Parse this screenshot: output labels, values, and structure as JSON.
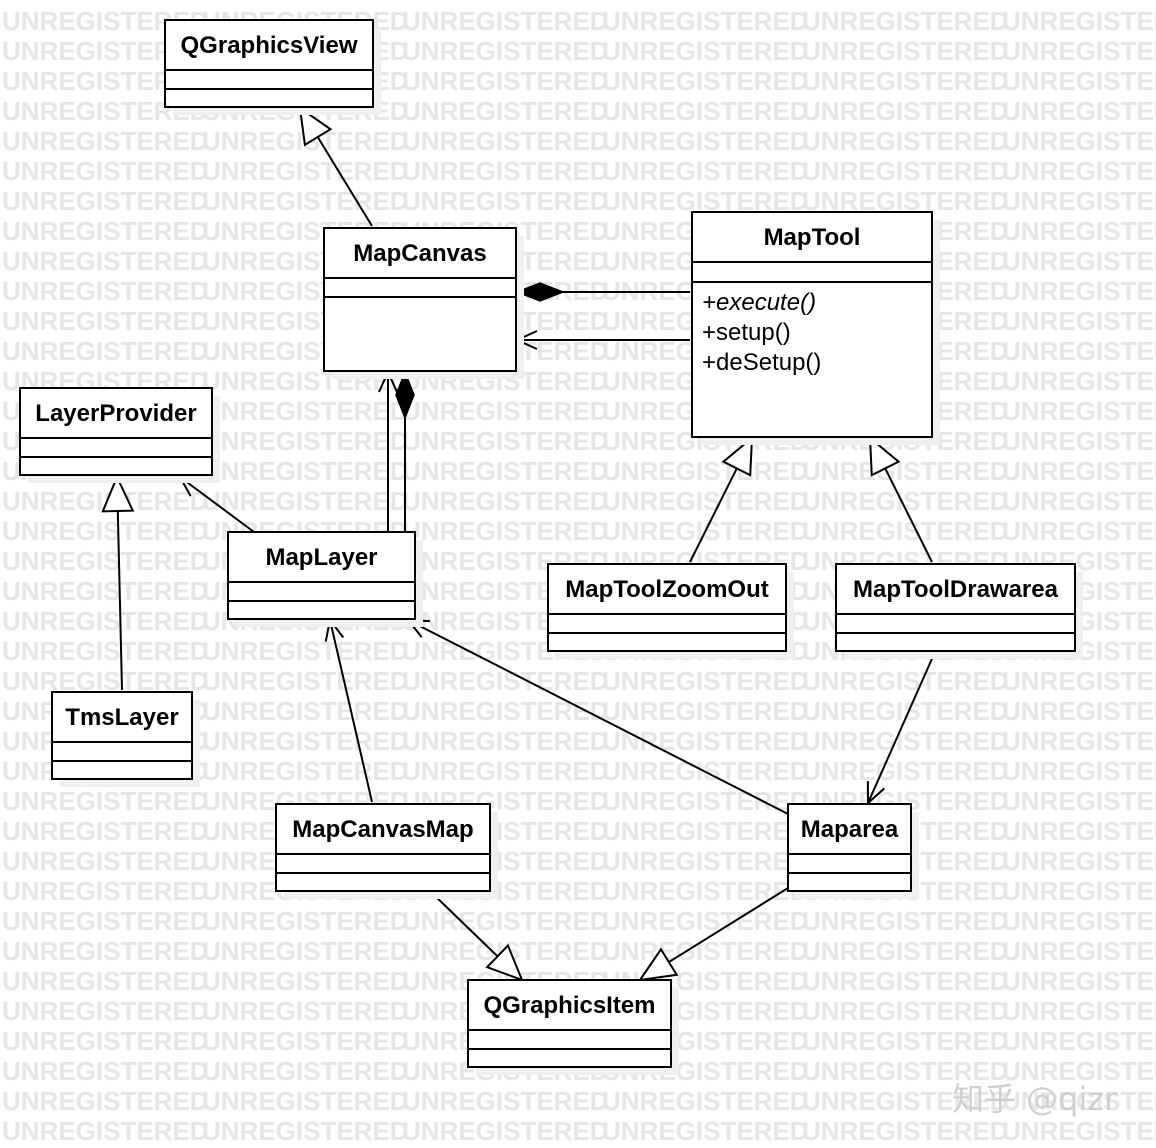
{
  "watermark": {
    "text": "UNREGISTERED"
  },
  "site_watermark": {
    "text": "知乎 @qizr"
  },
  "classes": [
    {
      "id": "QGraphicsView",
      "name": "QGraphicsView",
      "members": []
    },
    {
      "id": "MapCanvas",
      "name": "MapCanvas",
      "members": []
    },
    {
      "id": "MapTool",
      "name": "MapTool",
      "members": [
        {
          "text": "+execute()",
          "abstract": true
        },
        {
          "text": "+setup()",
          "abstract": false
        },
        {
          "text": "+deSetup()",
          "abstract": false
        }
      ]
    },
    {
      "id": "LayerProvider",
      "name": "LayerProvider",
      "members": []
    },
    {
      "id": "MapLayer",
      "name": "MapLayer",
      "members": []
    },
    {
      "id": "MapToolZoomOut",
      "name": "MapToolZoomOut",
      "members": []
    },
    {
      "id": "MapToolDrawarea",
      "name": "MapToolDrawarea",
      "members": []
    },
    {
      "id": "TmsLayer",
      "name": "TmsLayer",
      "members": []
    },
    {
      "id": "MapCanvasMap",
      "name": "MapCanvasMap",
      "members": []
    },
    {
      "id": "Maparea",
      "name": "Maparea",
      "members": []
    },
    {
      "id": "QGraphicsItem",
      "name": "QGraphicsItem",
      "members": []
    }
  ],
  "relations": [
    {
      "id": "mapcanvas-extends-qgraphicsview",
      "type": "generalization",
      "from": "MapCanvas",
      "to": "QGraphicsView"
    },
    {
      "id": "maptool-composed-in-mapcanvas",
      "type": "composition",
      "from": "MapTool",
      "to": "MapCanvas"
    },
    {
      "id": "maptool-uses-mapcanvas",
      "type": "association",
      "from": "MapTool",
      "to": "MapCanvas"
    },
    {
      "id": "maplayer-composed-in-mapcanvas",
      "type": "composition",
      "from": "MapLayer",
      "to": "MapCanvas"
    },
    {
      "id": "maplayer-uses-mapcanvas",
      "type": "association",
      "from": "MapLayer",
      "to": "MapCanvas"
    },
    {
      "id": "maplayer-uses-layerprovider",
      "type": "association",
      "from": "MapLayer",
      "to": "LayerProvider"
    },
    {
      "id": "tmslayer-extends-layerprovider",
      "type": "generalization",
      "from": "TmsLayer",
      "to": "LayerProvider"
    },
    {
      "id": "zoomout-extends-maptool",
      "type": "generalization",
      "from": "MapToolZoomOut",
      "to": "MapTool"
    },
    {
      "id": "drawarea-extends-maptool",
      "type": "generalization",
      "from": "MapToolDrawarea",
      "to": "MapTool"
    },
    {
      "id": "drawarea-uses-maparea",
      "type": "association",
      "from": "MapToolDrawarea",
      "to": "Maparea"
    },
    {
      "id": "mapcanvasmap-uses-maplayer",
      "type": "association",
      "from": "MapCanvasMap",
      "to": "MapLayer"
    },
    {
      "id": "maparea-uses-maplayer",
      "type": "association",
      "from": "Maparea",
      "to": "MapLayer"
    },
    {
      "id": "mapcanvasmap-extends-qgraphicsitem",
      "type": "generalization",
      "from": "MapCanvasMap",
      "to": "QGraphicsItem"
    },
    {
      "id": "maparea-extends-qgraphicsitem",
      "type": "generalization",
      "from": "Maparea",
      "to": "QGraphicsItem"
    }
  ]
}
